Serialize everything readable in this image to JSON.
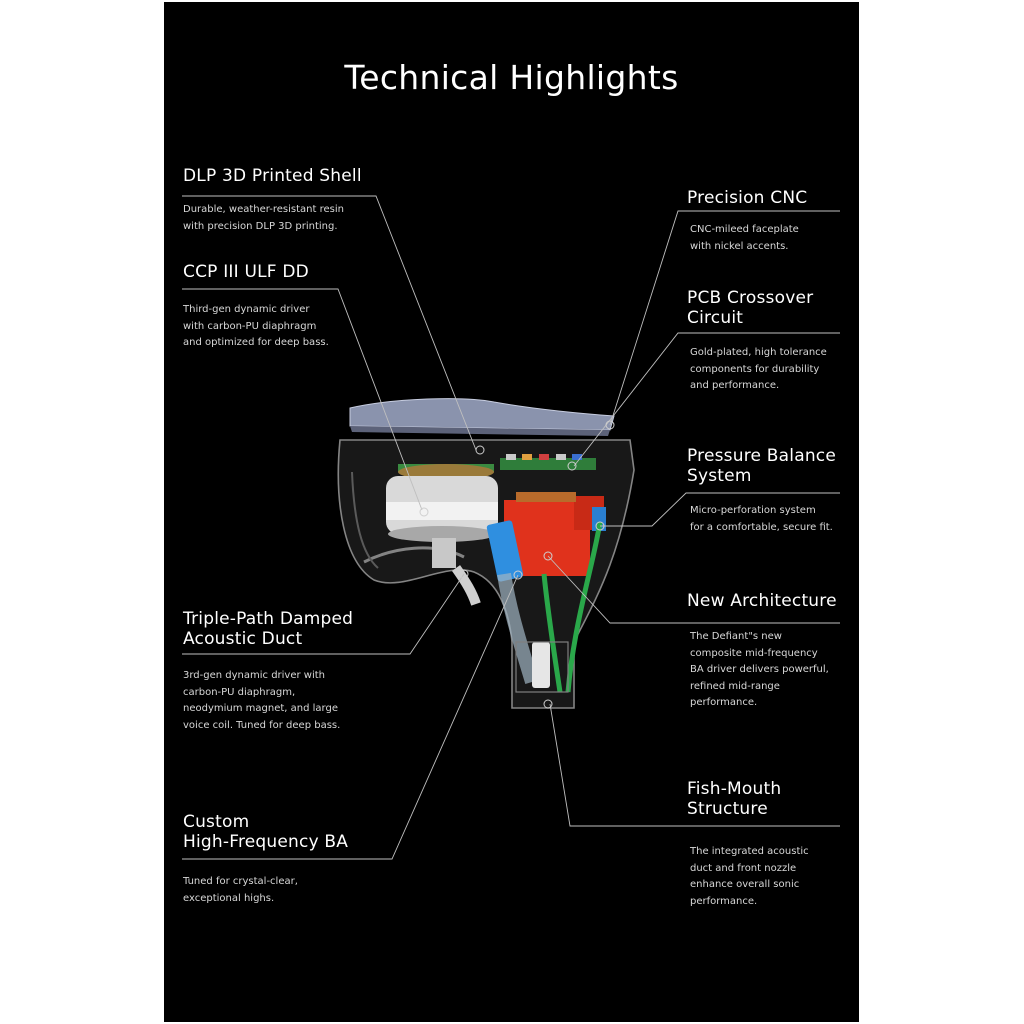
{
  "title": "Technical Highlights",
  "colors": {
    "background": "#000000",
    "text": "#ffffff",
    "leader_line": "#bfbfbf",
    "faceplate": "#7f8aa6",
    "driver_red": "#e0321c",
    "ba_blue": "#2f8fe0",
    "tube_green": "#2aa84a"
  },
  "features": [
    {
      "title": "DLP 3D Printed Shell",
      "description": "Durable, weather-resistant resin\nwith precision DLP 3D printing."
    },
    {
      "title": "CCP III ULF DD",
      "description": "Third-gen dynamic driver\nwith carbon-PU diaphragm\nand optimized for deep bass."
    },
    {
      "title": "Triple-Path Damped\nAcoustic Duct",
      "description": "3rd-gen dynamic driver with\ncarbon-PU diaphragm,\nneodymium magnet, and large\nvoice coil. Tuned for deep bass."
    },
    {
      "title": "Custom\nHigh-Frequency BA",
      "description": "Tuned for crystal-clear,\nexceptional highs."
    },
    {
      "title": "Precision CNC",
      "description": "CNC-mileed faceplate\nwith nickel accents."
    },
    {
      "title": "PCB Crossover\nCircuit",
      "description": "Gold-plated, high tolerance\ncomponents for durability\nand performance."
    },
    {
      "title": "Pressure Balance\nSystem",
      "description": "Micro-perforation system\nfor a comfortable, secure fit."
    },
    {
      "title": "New Architecture",
      "description": "The Defiant\"s new\ncomposite mid-frequency\nBA driver delivers powerful,\nrefined mid-range\nperformance."
    },
    {
      "title": "Fish-Mouth\nStructure",
      "description": "The integrated acoustic\nduct and front nozzle\nenhance overall sonic\nperformance."
    }
  ]
}
